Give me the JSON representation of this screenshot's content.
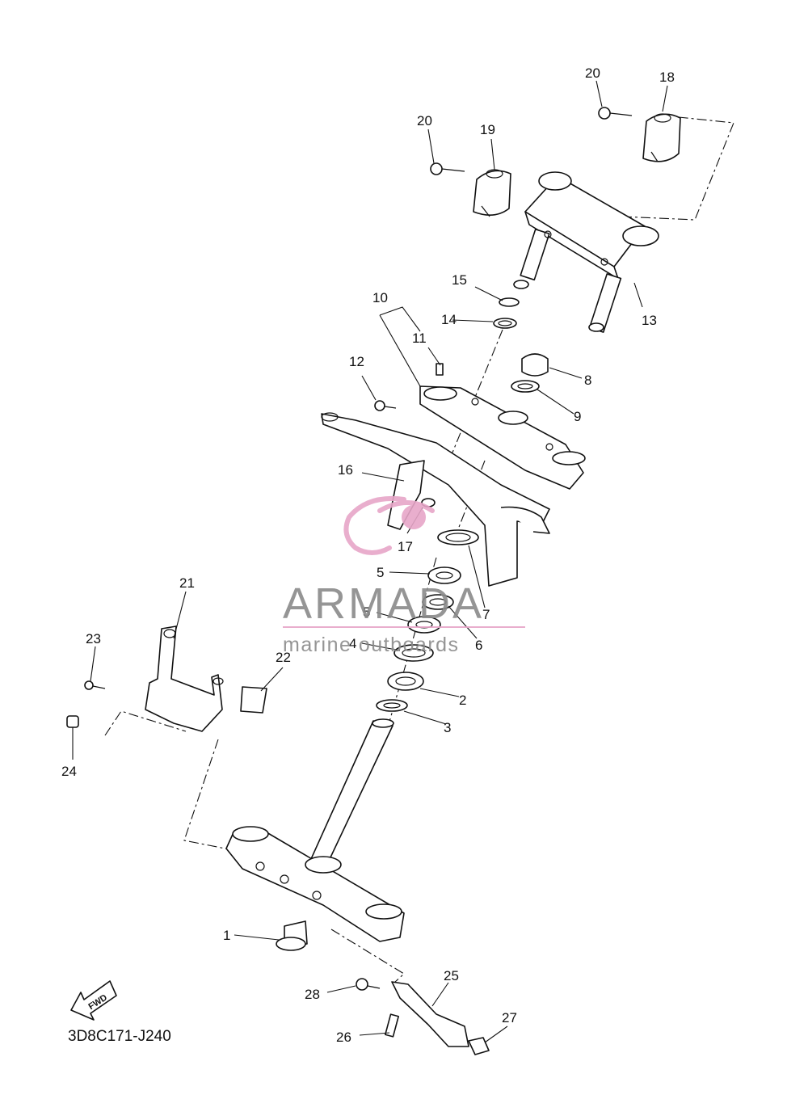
{
  "callouts": [
    {
      "n": "1"
    },
    {
      "n": "2"
    },
    {
      "n": "3"
    },
    {
      "n": "4"
    },
    {
      "n": "5"
    },
    {
      "n": "5"
    },
    {
      "n": "6"
    },
    {
      "n": "7"
    },
    {
      "n": "8"
    },
    {
      "n": "9"
    },
    {
      "n": "10"
    },
    {
      "n": "11"
    },
    {
      "n": "12"
    },
    {
      "n": "13"
    },
    {
      "n": "14"
    },
    {
      "n": "15"
    },
    {
      "n": "16"
    },
    {
      "n": "17"
    },
    {
      "n": "18"
    },
    {
      "n": "19"
    },
    {
      "n": "20"
    },
    {
      "n": "20"
    },
    {
      "n": "21"
    },
    {
      "n": "22"
    },
    {
      "n": "23"
    },
    {
      "n": "24"
    },
    {
      "n": "25"
    },
    {
      "n": "26"
    },
    {
      "n": "27"
    },
    {
      "n": "28"
    }
  ],
  "diagram_code": "3D8C171-J240",
  "fwd_label": "FWD",
  "watermark": {
    "brand": "ARMADA",
    "tagline": "marine outboards",
    "brand_color": "#e7a6c8",
    "text_color": "#8a8a8a"
  }
}
